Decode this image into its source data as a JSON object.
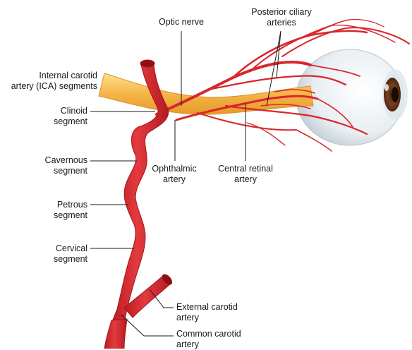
{
  "labels": {
    "optic_nerve": "Optic nerve",
    "posterior_ciliary": [
      "Posterior ciliary",
      "arteries"
    ],
    "ica_segments": [
      "Internal carotid",
      "artery (ICA) segments"
    ],
    "clinoid": [
      "Clinoid",
      "segment"
    ],
    "cavernous": [
      "Cavernous",
      "segment"
    ],
    "petrous": [
      "Petrous",
      "segment"
    ],
    "cervical": [
      "Cervical",
      "segment"
    ],
    "ophthalmic": [
      "Ophthalmic",
      "artery"
    ],
    "central_retinal": [
      "Central retinal",
      "artery"
    ],
    "external_carotid": [
      "External carotid",
      "artery"
    ],
    "common_carotid": [
      "Common carotid",
      "artery"
    ]
  },
  "colors": {
    "artery": "#d9262c",
    "artery_dark": "#a3161d",
    "optic_nerve": "#f2b24a",
    "eye_white": "#eef2f5",
    "iris": "#6b3a1c",
    "leader_line": "#1a1a1a"
  }
}
